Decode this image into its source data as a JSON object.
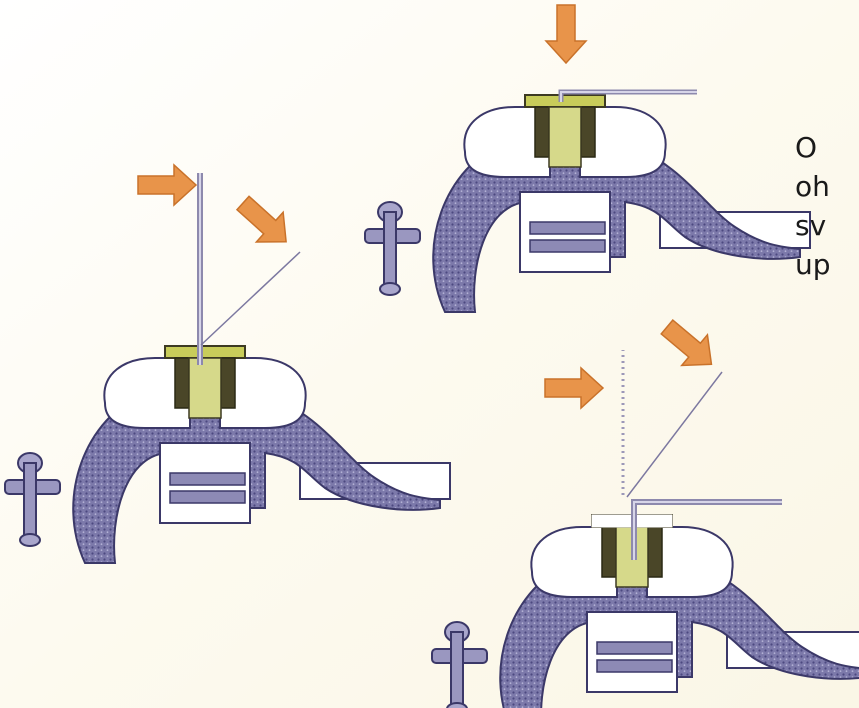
{
  "caption": {
    "lines": [
      "O",
      "oh",
      "sv",
      "up"
    ]
  },
  "colors": {
    "paper": "#fdfbf2",
    "vise_body": "#6e6a9c",
    "vise_dark": "#3b3868",
    "vise_light": "#a9a6cc",
    "jaw_insert": "#c8cc5a",
    "jaw_dark": "#3d3a22",
    "wire": "#9a96b4",
    "arrow": "#e8944a"
  },
  "icons": [
    "arrow-icon",
    "vise-icon"
  ]
}
